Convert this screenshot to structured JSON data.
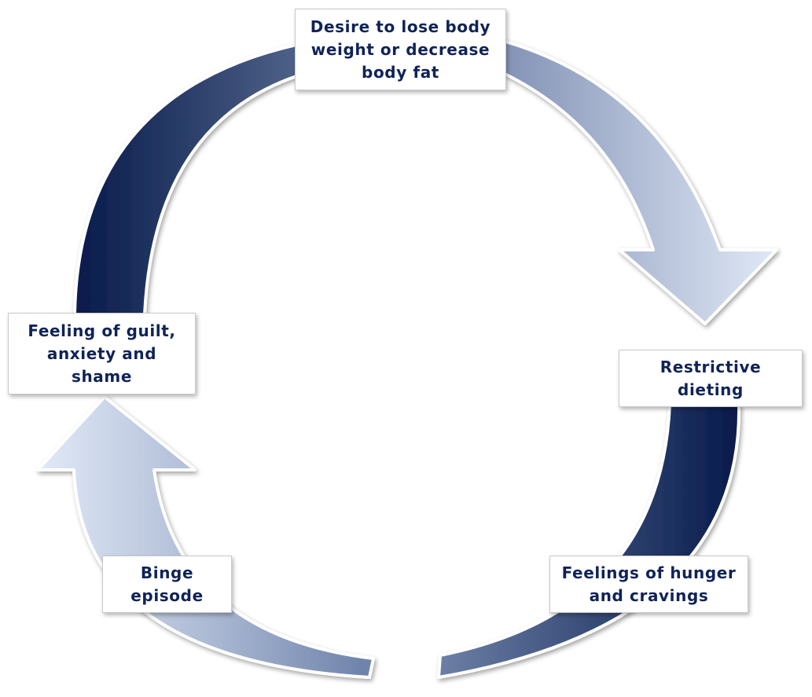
{
  "diagram": {
    "type": "cycle",
    "colors": {
      "dark_navy": "#0a1d4f",
      "mid_blue": "#8a9cbf",
      "pale_blue": "#dde6f6",
      "label_text": "#0f2358"
    },
    "stages": [
      {
        "id": "desire",
        "label": "Desire to lose body weight or decrease body fat"
      },
      {
        "id": "dieting",
        "label": "Restrictive dieting"
      },
      {
        "id": "hunger",
        "label": "Feelings of hunger and cravings"
      },
      {
        "id": "binge",
        "label": "Binge episode"
      },
      {
        "id": "guilt",
        "label": "Feeling of guilt, anxiety and shame"
      }
    ]
  }
}
